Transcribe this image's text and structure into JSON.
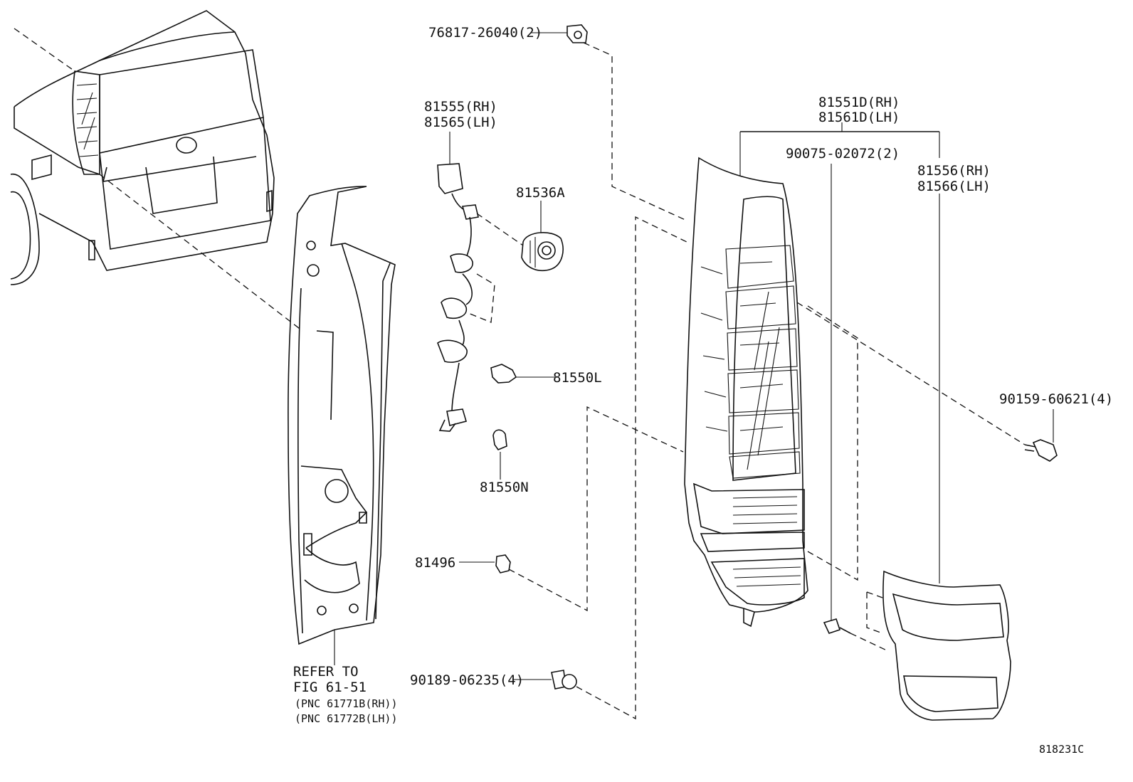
{
  "callouts": {
    "clip_top": "76817-26040(2)",
    "socket_rh": "81555(RH)",
    "socket_lh": "81565(LH)",
    "socket_seal": "81536A",
    "bulb_l": "81550L",
    "bulb_n": "81550N",
    "grommet": "81496",
    "nut": "90189-06235(4)",
    "lamp_rh": "81551D(RH)",
    "lamp_lh": "81561D(LH)",
    "screw_small": "90075-02072(2)",
    "lens_rh": "81556(RH)",
    "lens_lh": "81566(LH)",
    "screw_side": "90159-60621(4)"
  },
  "refer": {
    "line1": "REFER TO",
    "line2": "FIG 61-51",
    "pnc_rh": "(PNC 61771B(RH))",
    "pnc_lh": "(PNC 61772B(LH))"
  },
  "figure_id": "818231C"
}
